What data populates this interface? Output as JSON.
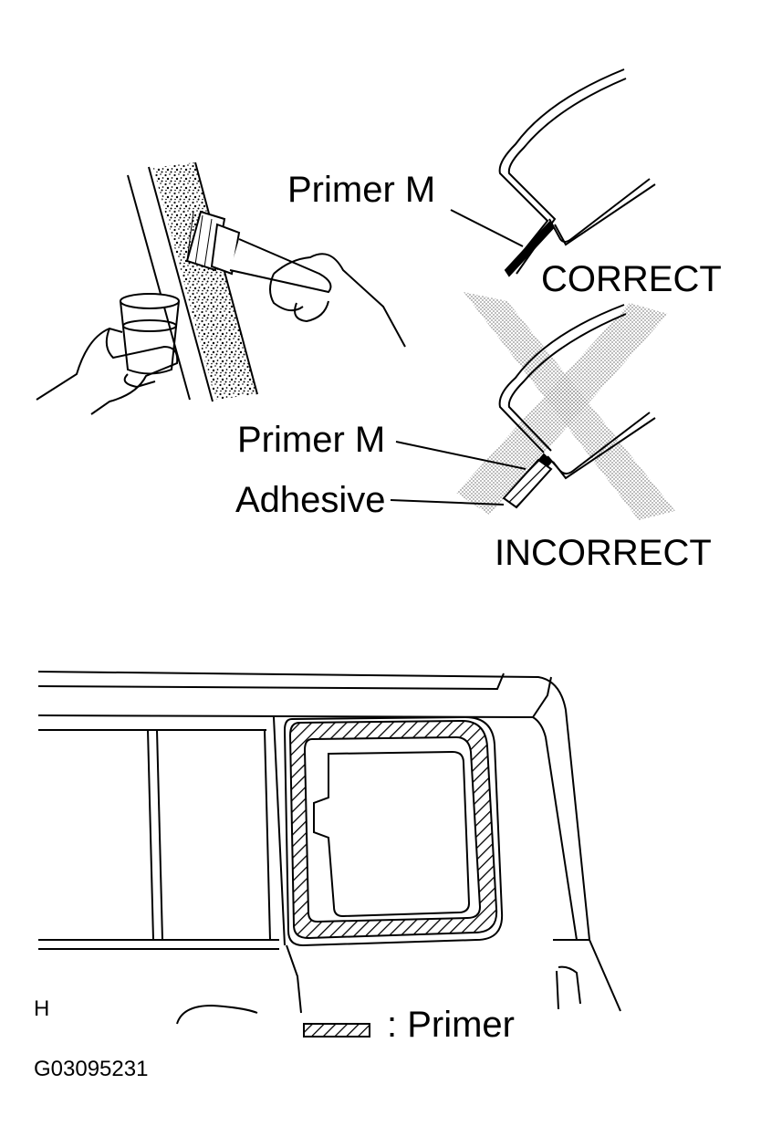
{
  "labels": {
    "primer_m_top": "Primer M",
    "correct": "CORRECT",
    "primer_m_bottom": "Primer M",
    "adhesive": "Adhesive",
    "incorrect": "INCORRECT",
    "view_letter": "H",
    "legend_primer": ": Primer",
    "figure_code": "G03095231"
  },
  "colors": {
    "ink": "#000000",
    "paper": "#ffffff",
    "stipple": "#8a8a8a"
  },
  "icons": {
    "brush": "paint-brush",
    "cup": "primer-cup",
    "cross": "incorrect-x-mark"
  }
}
